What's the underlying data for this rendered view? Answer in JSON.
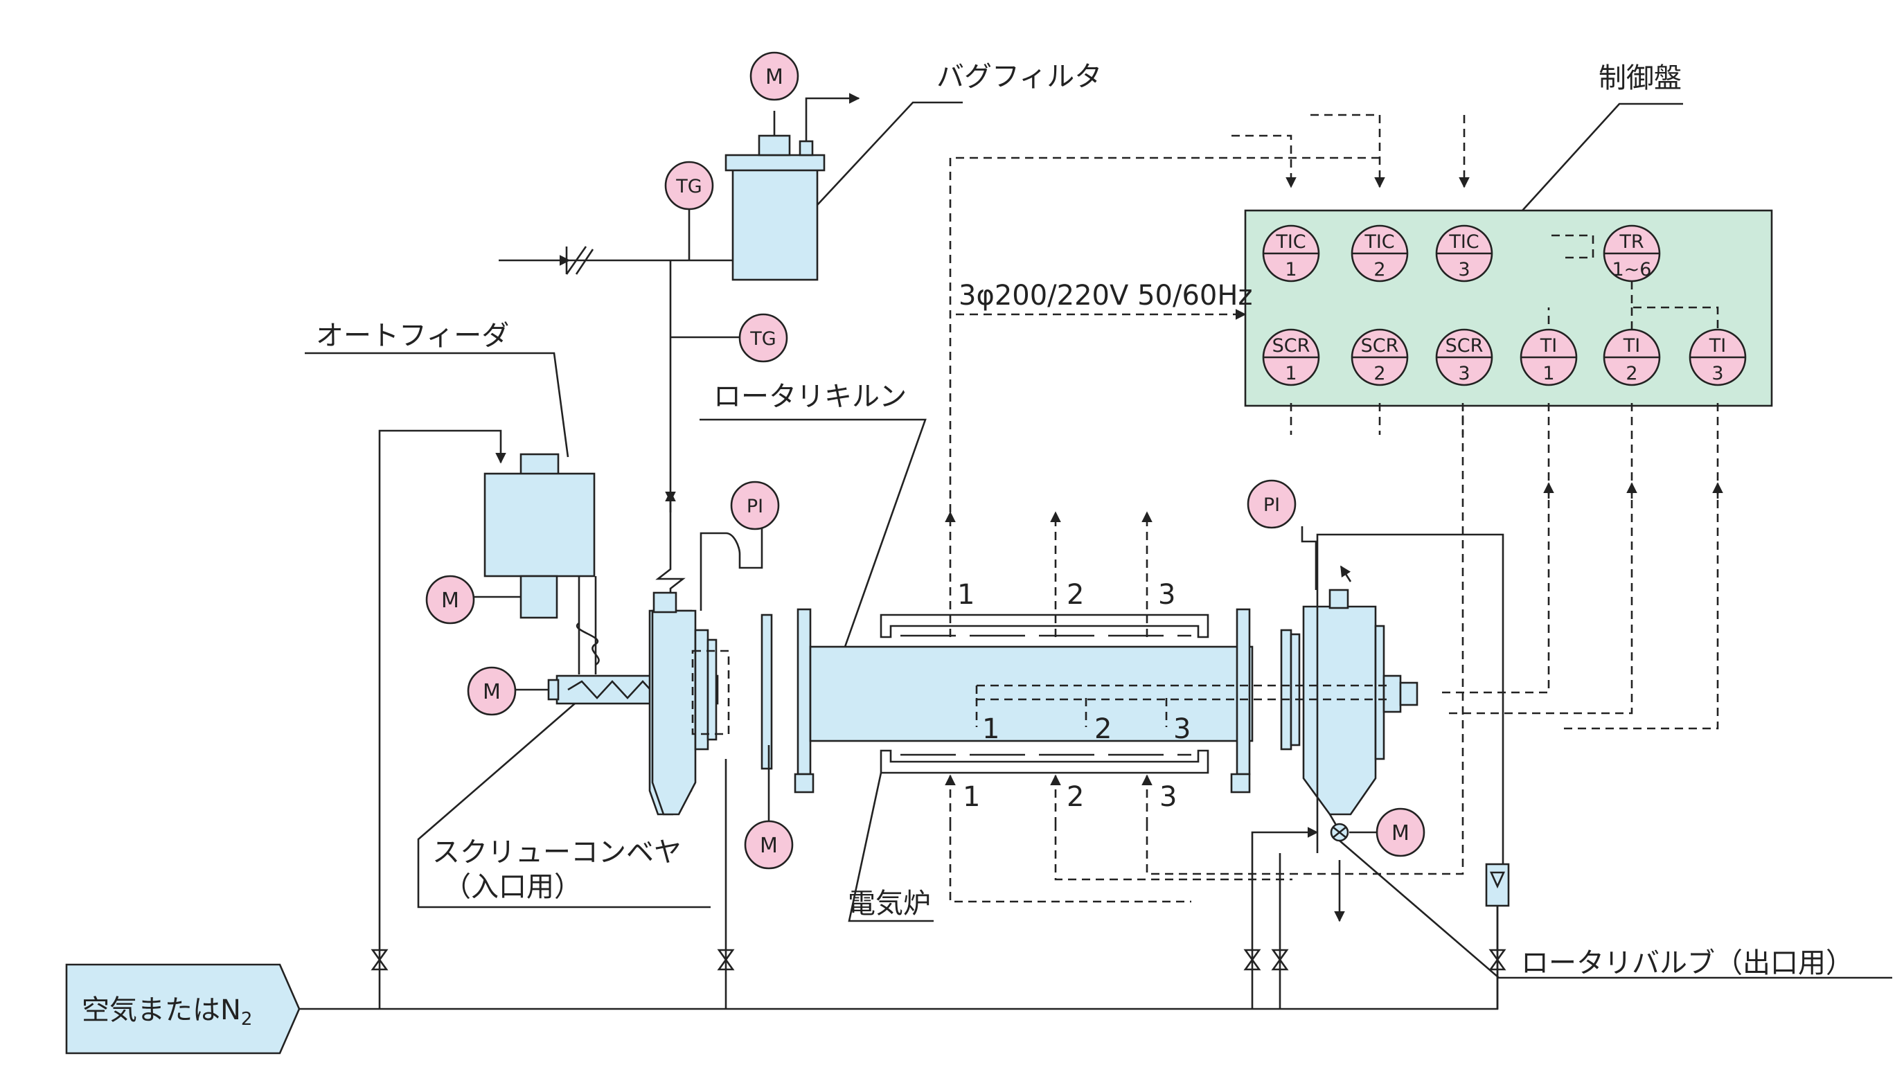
{
  "labels": {
    "bag_filter": "バグフィルタ",
    "control_panel": "制御盤",
    "auto_feeder": "オートフィーダ",
    "rotary_kiln": "ロータリキルン",
    "screw_conveyor": "スクリューコンベヤ",
    "screw_conveyor_sub": "（入口用）",
    "electric_furnace": "電気炉",
    "rotary_valve": "ロータリバルブ（出口用）",
    "gas_source": "空気またはN",
    "gas_source_sub": "2",
    "power_supply": "3φ200/220V 50/60Hz"
  },
  "instruments": {
    "motor": "M",
    "tg": "TG",
    "pi": "PI",
    "tic": "TIC",
    "scr": "SCR",
    "tr": "TR",
    "tr_range": "1~6",
    "ti": "TI"
  },
  "numbers": [
    "1",
    "2",
    "3"
  ],
  "colors": {
    "equipment": "#cfeaf6",
    "instrument": "#f7c8da",
    "panel": "#cdeadb",
    "line": "#222222"
  }
}
